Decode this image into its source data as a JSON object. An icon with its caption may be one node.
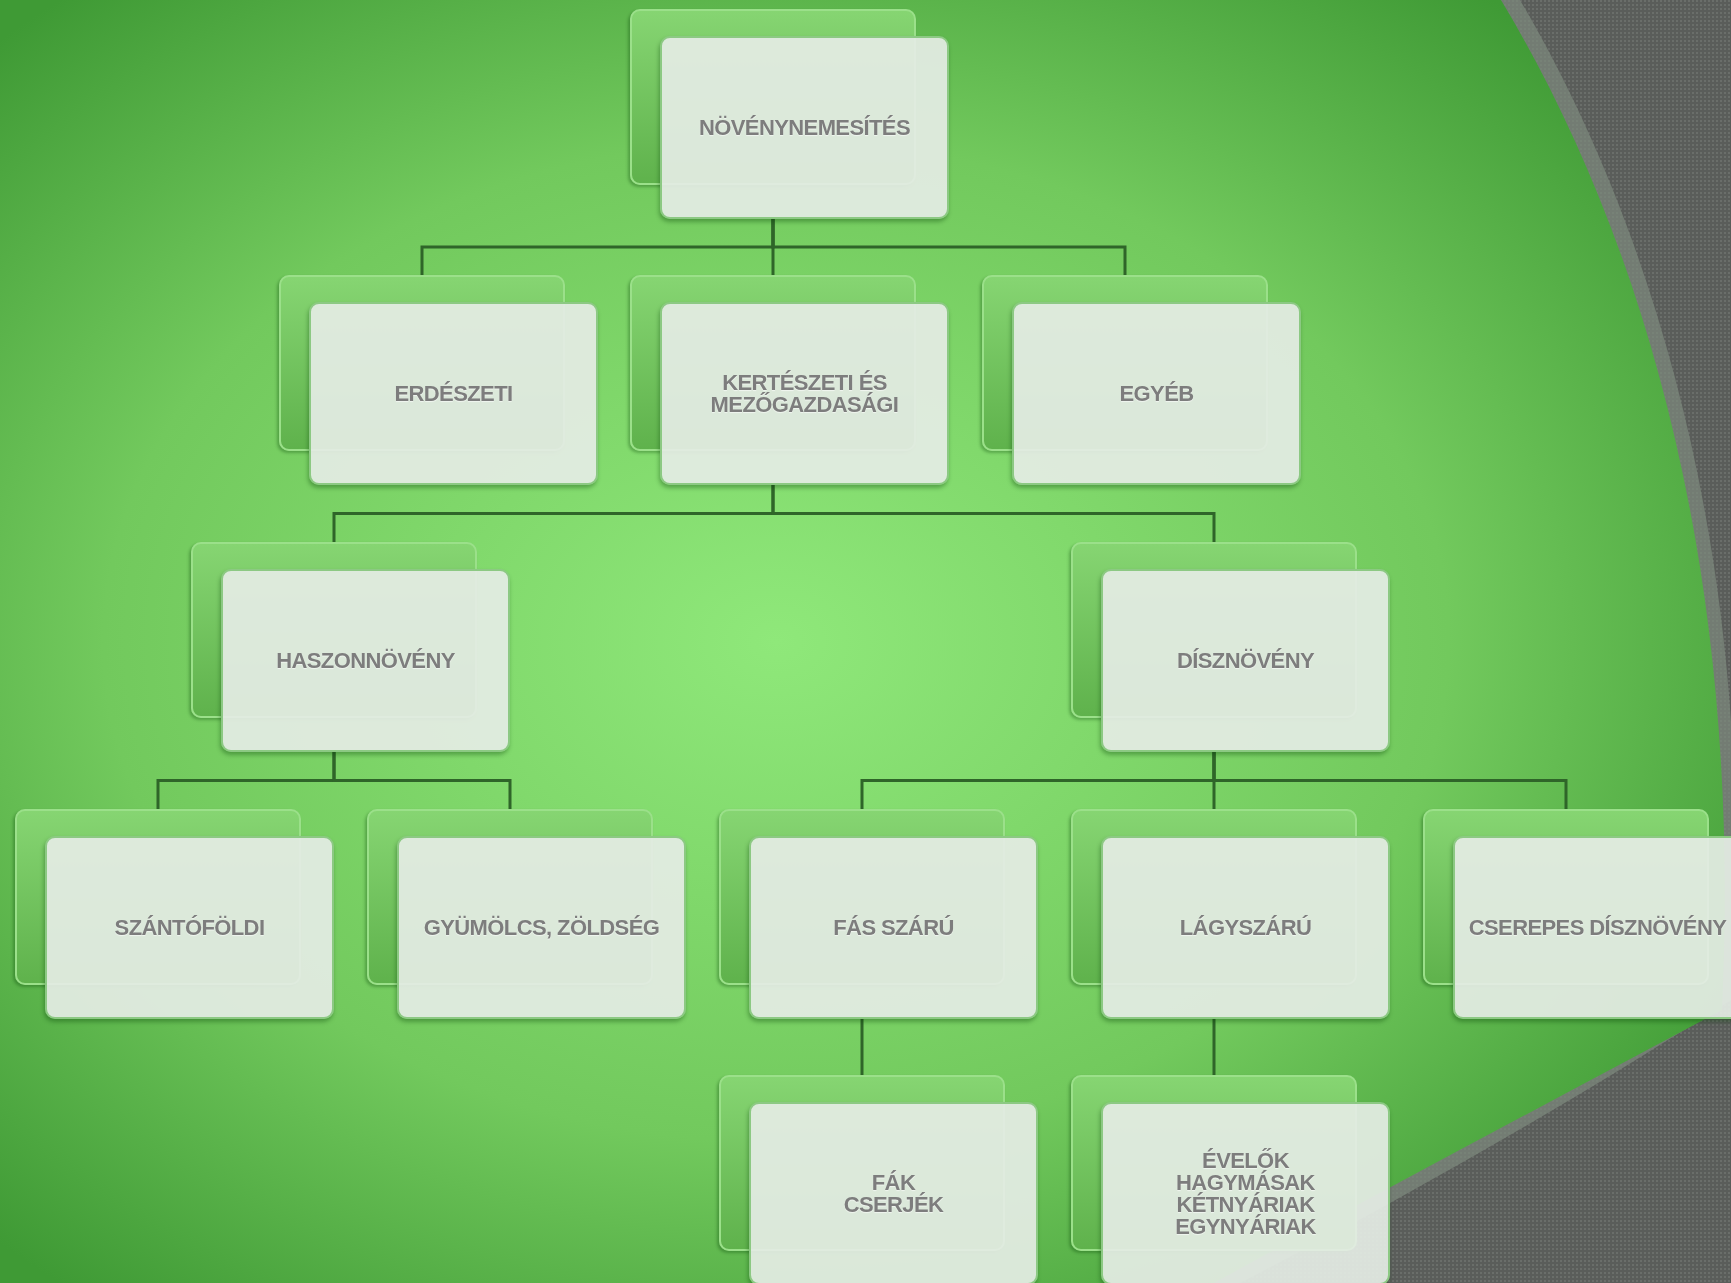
{
  "diagram": {
    "nodes": [
      {
        "text": [
          "NÖVÉNYNEMESÍTÉS"
        ]
      },
      {
        "text": [
          "ERDÉSZETI"
        ]
      },
      {
        "text": [
          "KERTÉSZETI ÉS MEZŐGAZDASÁGI"
        ]
      },
      {
        "text": [
          "EGYÉB"
        ]
      },
      {
        "text": [
          "HASZONNÖVÉNY"
        ]
      },
      {
        "text": [
          "DÍSZNÖVÉNY"
        ]
      },
      {
        "text": [
          "SZÁNTÓFÖLDI"
        ]
      },
      {
        "text": [
          "GYÜMÖLCS, ZÖLDSÉG"
        ]
      },
      {
        "text": [
          "FÁS SZÁRÚ"
        ]
      },
      {
        "text": [
          "LÁGYSZÁRÚ"
        ]
      },
      {
        "text": [
          "CSEREPES DÍSZNÖVÉNY"
        ]
      },
      {
        "text": [
          "FÁK",
          "CSERJÉK"
        ]
      },
      {
        "text": [
          "ÉVELŐK",
          "HAGYMÁSAK",
          "KÉTNYÁRIAK",
          "EGYNYÁRIAK"
        ]
      }
    ],
    "edges": [
      {
        "from": 0,
        "to": 1,
        "arrow": "none"
      },
      {
        "from": 0,
        "to": 2,
        "arrow": "none"
      },
      {
        "from": 0,
        "to": 3,
        "arrow": "none"
      },
      {
        "from": 2,
        "to": 4,
        "arrow": "none"
      },
      {
        "from": 2,
        "to": 5,
        "arrow": "none"
      },
      {
        "from": 4,
        "to": 6,
        "arrow": "none"
      },
      {
        "from": 4,
        "to": 7,
        "arrow": "none"
      },
      {
        "from": 5,
        "to": 8,
        "arrow": "none"
      },
      {
        "from": 5,
        "to": 9,
        "arrow": "none"
      },
      {
        "from": 5,
        "to": 10,
        "arrow": "none"
      },
      {
        "from": 8,
        "to": 11,
        "arrow": "none"
      },
      {
        "from": 9,
        "to": 12,
        "arrow": "none"
      }
    ]
  }
}
